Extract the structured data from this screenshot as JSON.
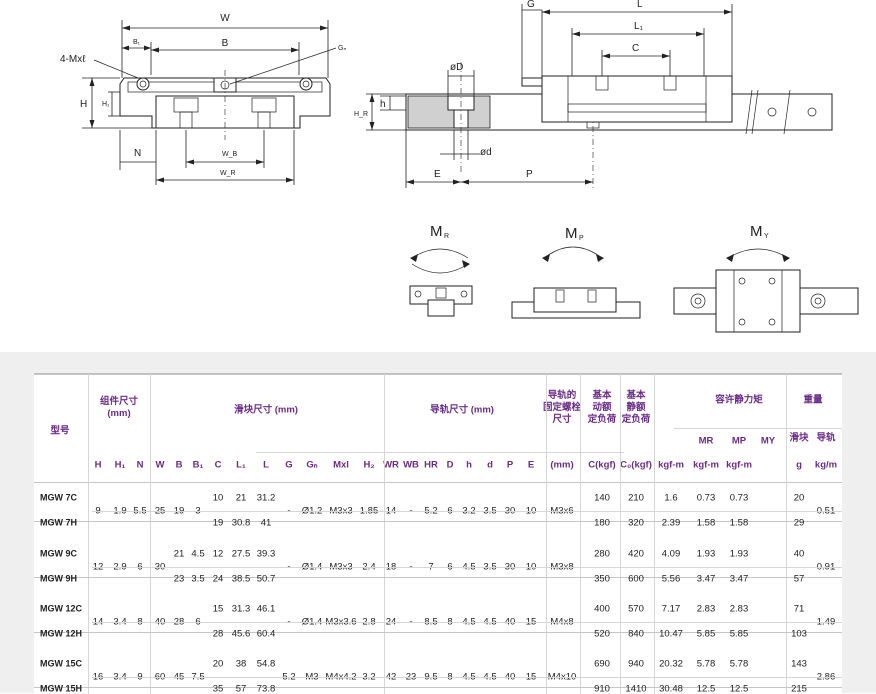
{
  "drawings": {
    "front": {
      "W": "W",
      "B": "B",
      "B1": "B₁",
      "mxl": "4-Mxℓ",
      "Gn": "Gₙ",
      "H": "H",
      "H1": "H₁",
      "N": "N",
      "WB": "W_B",
      "WR": "W_R"
    },
    "side": {
      "G": "G",
      "L": "L",
      "L1": "L₁",
      "C": "C",
      "phiD": "øD",
      "phid": "ød",
      "HR": "H_R",
      "h": "h",
      "E": "E",
      "P": "P"
    },
    "moments": [
      {
        "label": "M",
        "sub": "R"
      },
      {
        "label": "M",
        "sub": "P"
      },
      {
        "label": "M",
        "sub": "Y"
      }
    ]
  },
  "table": {
    "groups": {
      "model": "型号",
      "assembly": [
        "组件尺寸",
        "(mm)"
      ],
      "block": "滑块尺寸 (mm)",
      "rail": "导轨尺寸 (mm)",
      "bolt": [
        "导轨的",
        "固定螺栓",
        "尺寸"
      ],
      "dynamic": [
        "基本",
        "动额",
        "定负荷"
      ],
      "static": [
        "基本",
        "静额",
        "定负荷"
      ],
      "moment": "容许静力矩",
      "weight": "重量"
    },
    "sub_moment": [
      "M_R",
      "M_P",
      "M_Y"
    ],
    "sub_weight": [
      "滑块",
      "导轨"
    ],
    "cols": [
      "H",
      "H₁",
      "N",
      "W",
      "B",
      "B₁",
      "C",
      "L₁",
      "L",
      "G",
      "Gₙ",
      "Mxl",
      "H₂",
      "W_R",
      "W_B",
      "H_R",
      "D",
      "h",
      "d",
      "P",
      "E",
      "(mm)",
      "C(kgf)",
      "C₀(kgf)",
      "kgf-m",
      "kgf-m",
      "kgf-m",
      "g",
      "kg/m"
    ],
    "rows": [
      {
        "model": "MGW 7C",
        "H": "9",
        "H1": "1.9",
        "N": "5.5",
        "W": "25",
        "B": "19",
        "B1": "3",
        "C": "10",
        "L1": "21",
        "L": "31.2",
        "G": "-",
        "Gn": "Ø1.2",
        "Mxl": "M3x3",
        "H2": "1.85",
        "WR": "14",
        "WB": "-",
        "HR": "5.2",
        "D": "6",
        "h": "3.2",
        "d": "3.5",
        "P": "30",
        "E": "10",
        "bolt": "M3x6",
        "Cd": "140",
        "C0": "210",
        "MR": "1.6",
        "MP": "0.73",
        "MY": "0.73",
        "blk": "20",
        "rail": "0.51"
      },
      {
        "model": "MGW 7H",
        "C": "19",
        "L1": "30.8",
        "L": "41",
        "Cd": "180",
        "C0": "320",
        "MR": "2.39",
        "MP": "1.58",
        "MY": "1.58",
        "blk": "29"
      },
      {
        "model": "MGW 9C",
        "H": "12",
        "H1": "2.9",
        "N": "6",
        "W": "30",
        "B": "21",
        "B1": "4.5",
        "C": "12",
        "L1": "27.5",
        "L": "39.3",
        "G": "-",
        "Gn": "Ø1.4",
        "Mxl": "M3x3",
        "H2": "2.4",
        "WR": "18",
        "WB": "-",
        "HR": "7",
        "D": "6",
        "h": "4.5",
        "d": "3.5",
        "P": "30",
        "E": "10",
        "bolt": "M3x8",
        "Cd": "280",
        "C0": "420",
        "MR": "4.09",
        "MP": "1.93",
        "MY": "1.93",
        "blk": "40",
        "rail": "0.91"
      },
      {
        "model": "MGW 9H",
        "B": "23",
        "B1": "3.5",
        "C": "24",
        "L1": "38.5",
        "L": "50.7",
        "Cd": "350",
        "C0": "600",
        "MR": "5.56",
        "MP": "3.47",
        "MY": "3.47",
        "blk": "57"
      },
      {
        "model": "MGW 12C",
        "H": "14",
        "H1": "3.4",
        "N": "8",
        "W": "40",
        "B": "28",
        "B1": "6",
        "C": "15",
        "L1": "31.3",
        "L": "46.1",
        "G": "-",
        "Gn": "Ø1.4",
        "Mxl": "M3x3.6",
        "H2": "2.8",
        "WR": "24",
        "WB": "-",
        "HR": "8.5",
        "D": "8",
        "h": "4.5",
        "d": "4.5",
        "P": "40",
        "E": "15",
        "bolt": "M4x8",
        "Cd": "400",
        "C0": "570",
        "MR": "7.17",
        "MP": "2.83",
        "MY": "2.83",
        "blk": "71",
        "rail": "1.49"
      },
      {
        "model": "MGW 12H",
        "C": "28",
        "L1": "45.6",
        "L": "60.4",
        "Cd": "520",
        "C0": "840",
        "MR": "10.47",
        "MP": "5.85",
        "MY": "5.85",
        "blk": "103"
      },
      {
        "model": "MGW 15C",
        "H": "16",
        "H1": "3.4",
        "N": "9",
        "W": "60",
        "B": "45",
        "B1": "7.5",
        "C": "20",
        "L1": "38",
        "L": "54.8",
        "G": "5.2",
        "Gn": "M3",
        "Mxl": "M4x4.2",
        "H2": "3.2",
        "WR": "42",
        "WB": "23",
        "HR": "9.5",
        "D": "8",
        "h": "4.5",
        "d": "4.5",
        "P": "40",
        "E": "15",
        "bolt": "M4x10",
        "Cd": "690",
        "C0": "940",
        "MR": "20.32",
        "MP": "5.78",
        "MY": "5.78",
        "blk": "143",
        "rail": "2.86"
      },
      {
        "model": "MGW 15H",
        "C": "35",
        "L1": "57",
        "L": "73.8",
        "Cd": "910",
        "C0": "1410",
        "MR": "30.48",
        "MP": "12.5",
        "MY": "12.5",
        "blk": "215"
      }
    ]
  }
}
